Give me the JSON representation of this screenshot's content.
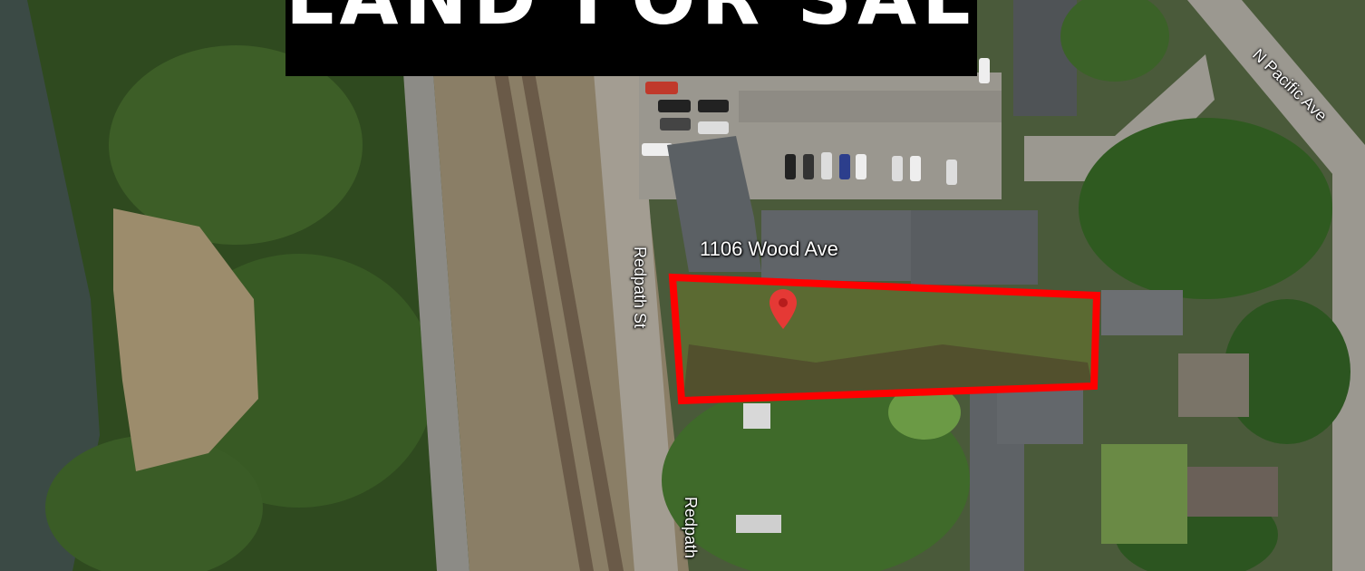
{
  "banner": {
    "text": "LAND FOR SALE"
  },
  "map": {
    "labels": {
      "address": "1106 Wood Ave",
      "street_west": "Redpath St",
      "street_west_lower": "Redpath",
      "street_east": "N Pacific Ave"
    },
    "icons": [
      "location-pin-icon"
    ],
    "colors": {
      "parcel_outline": "#ff0000",
      "pin": "#e53935",
      "banner_bg": "#000000",
      "banner_text": "#ffffff"
    }
  }
}
